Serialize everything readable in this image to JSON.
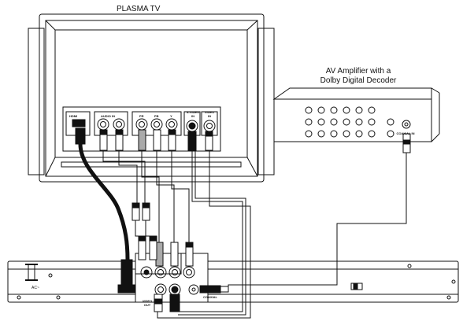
{
  "tv": {
    "title": "PLASMA TV",
    "ports": {
      "hdmi": "HDMI",
      "audio_in": "AUDIO IN",
      "pr": "PR",
      "pb": "PB",
      "y": "Y",
      "s_video_in": "S-VIDEO IN",
      "video_in": "VIDEO IN"
    }
  },
  "amplifier": {
    "line1": "AV Amplifier with a",
    "line2": "Dolby Digital Decoder",
    "coaxial_in": "COAXIAL IN"
  },
  "player": {
    "ac_label": "AC~",
    "video_out": "VIDEO OUT",
    "coaxial": "COAXIAL"
  }
}
